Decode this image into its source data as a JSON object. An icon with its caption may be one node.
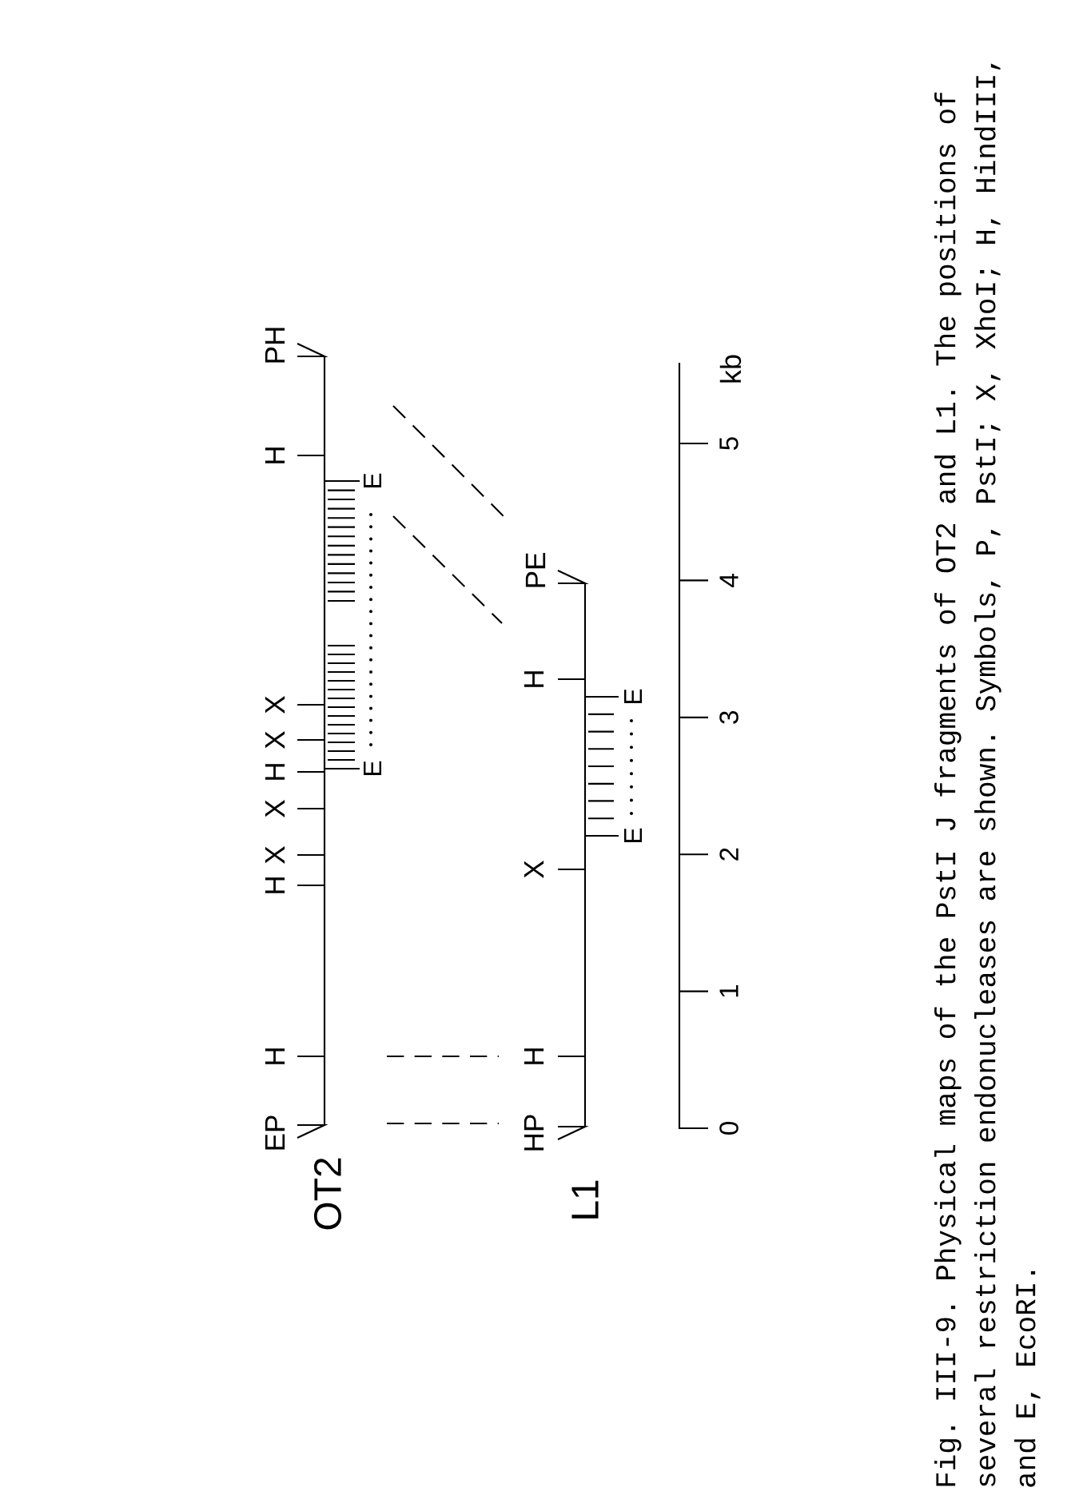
{
  "diagram": {
    "caption": "Fig. III-9. Physical maps of the PstI J fragments of OT2 and L1. The positions of several restriction endonucleases are shown. Symbols, P, PstI; X, XhoI; H, HindIII, and E, EcoRI.",
    "labels": [
      "EP",
      "H",
      "H",
      "X",
      "X",
      "H",
      "X",
      "X",
      "H",
      "PH",
      "OT2",
      "E",
      "E",
      "HP",
      "H",
      "X",
      "H",
      "PE",
      "L1",
      "E",
      "E",
      "0",
      "1",
      "2",
      "3",
      "4",
      "5",
      "kb"
    ]
  }
}
